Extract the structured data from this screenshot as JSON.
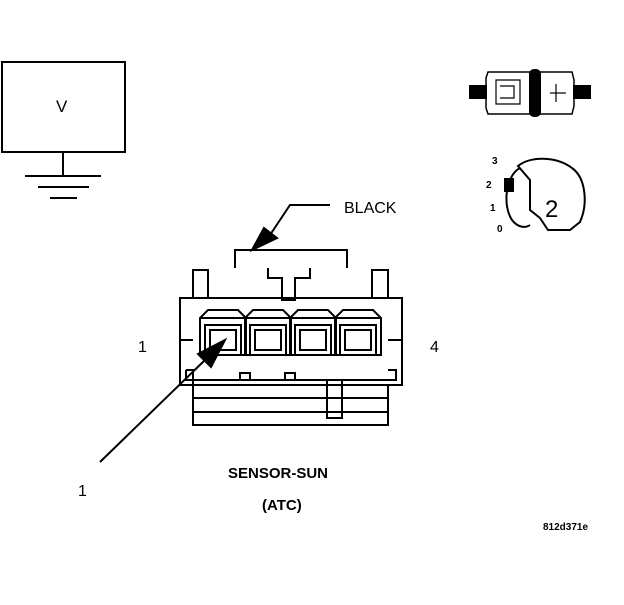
{
  "meter": {
    "symbol": "V"
  },
  "connector": {
    "color_label": "BLACK",
    "pin_left": "1",
    "pin_right": "4",
    "callout_number": "1"
  },
  "title": {
    "line1": "SENSOR-SUN",
    "line2": "(ATC)"
  },
  "dial": {
    "scale": [
      "3",
      "2",
      "1",
      "0"
    ],
    "setting": "2"
  },
  "figure_code": "812d371e"
}
